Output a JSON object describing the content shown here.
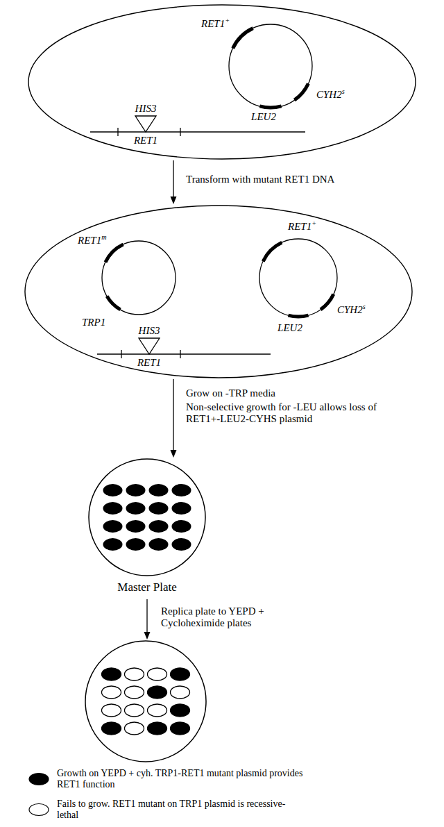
{
  "diagram": {
    "nodes": [
      {
        "text": [
          "HIS3",
          "RET1"
        ]
      },
      {
        "text": [
          "RET1+",
          "CYH2s",
          "LEU2"
        ],
        "in": 0
      },
      {
        "text": [
          "HIS3",
          "RET1"
        ]
      },
      {
        "text": [
          "RET1m",
          "TRP1"
        ],
        "in": 2
      },
      {
        "text": [
          "RET1+",
          "CYH2s",
          "LEU2"
        ],
        "in": 2
      },
      {
        "text": [
          "Master Plate"
        ]
      },
      {
        "text": []
      }
    ],
    "edges": [
      {
        "from": 0,
        "to": 2,
        "arrow": "to",
        "label": "Transform with mutant RET1 DNA"
      },
      {
        "from": 2,
        "to": 5,
        "arrow": "to",
        "label": "Grow on -TRP media"
      },
      {
        "from": 5,
        "to": 6,
        "arrow": "to",
        "label": "Replica plate to YEPD + Cycloheximide plates"
      }
    ],
    "labels": [
      "Non-selective growth for -LEU allows loss of RET1+-LEU2-CYHS plasmid"
    ],
    "legend": [
      {
        "text": "Growth on YEPD + cyh. TRP1-RET1 mutant plasmid provides RET1 function",
        "color": "#000000"
      },
      {
        "text": "Fails to grow. RET1 mutant on TRP1 plasmid is recessive-lethal"
      }
    ]
  }
}
